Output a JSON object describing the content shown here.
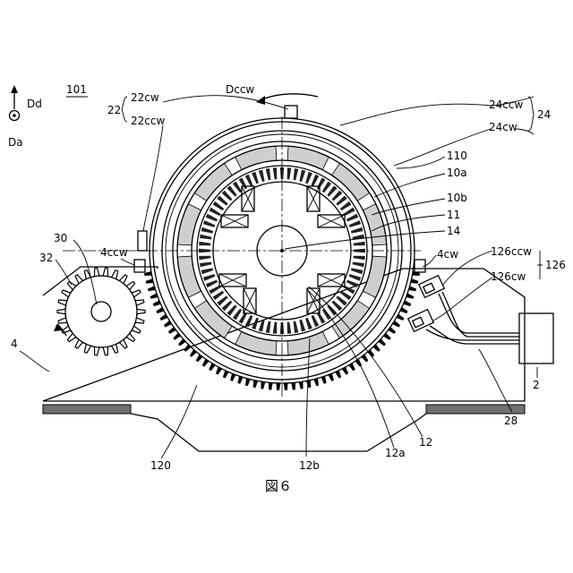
{
  "figure": {
    "caption": "図６",
    "title_ref": "101",
    "dir_d": "Dd",
    "dir_a": "Da",
    "rotation": "Dccw"
  },
  "labels": {
    "l22": "22",
    "l22cw": "22cw",
    "l22ccw": "22ccw",
    "l24ccw": "24ccw",
    "l24": "24",
    "l24cw": "24cw",
    "l110": "110",
    "l10a": "10a",
    "l10b": "10b",
    "l11": "11",
    "l14": "14",
    "l4cw": "4cw",
    "l4ccw": "4ccw",
    "l30": "30",
    "l32": "32",
    "l4": "4",
    "l126ccw": "126ccw",
    "l126cw": "126cw",
    "l126": "126",
    "l2": "2",
    "l28": "28",
    "l12": "12",
    "l12a": "12a",
    "l12b": "12b",
    "l120": "120"
  }
}
